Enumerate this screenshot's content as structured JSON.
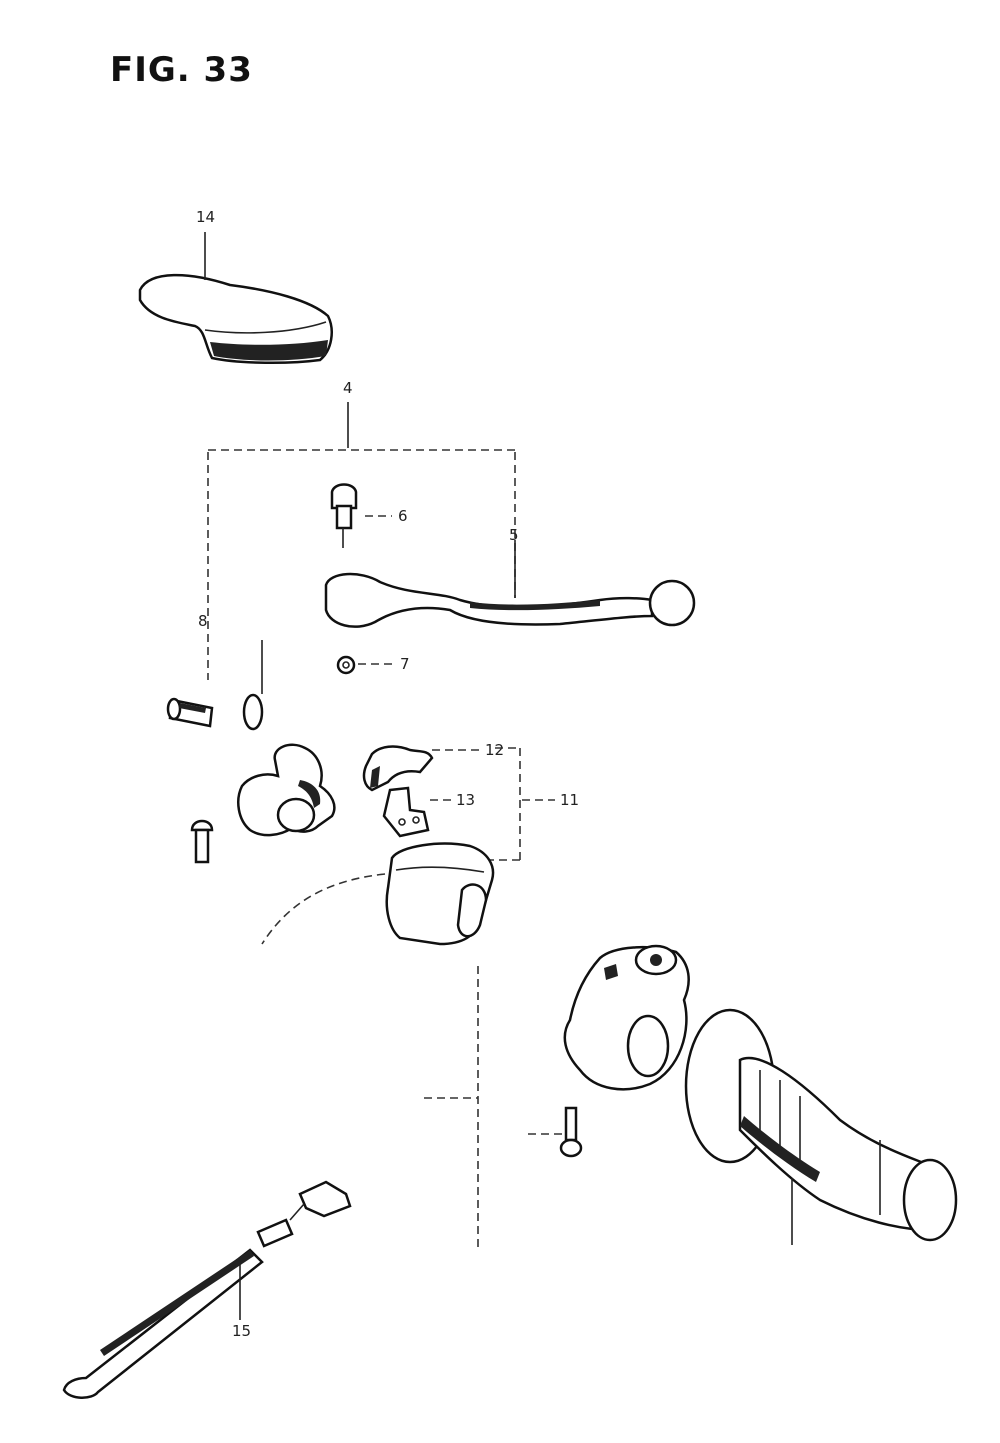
{
  "figure": {
    "title": "FIG. 33"
  },
  "callouts": {
    "c4": "4",
    "c5": "5",
    "c6": "6",
    "c7": "7",
    "c8": "8",
    "c11": "11",
    "c12": "12",
    "c13": "13",
    "c14": "14",
    "c15": "15"
  }
}
